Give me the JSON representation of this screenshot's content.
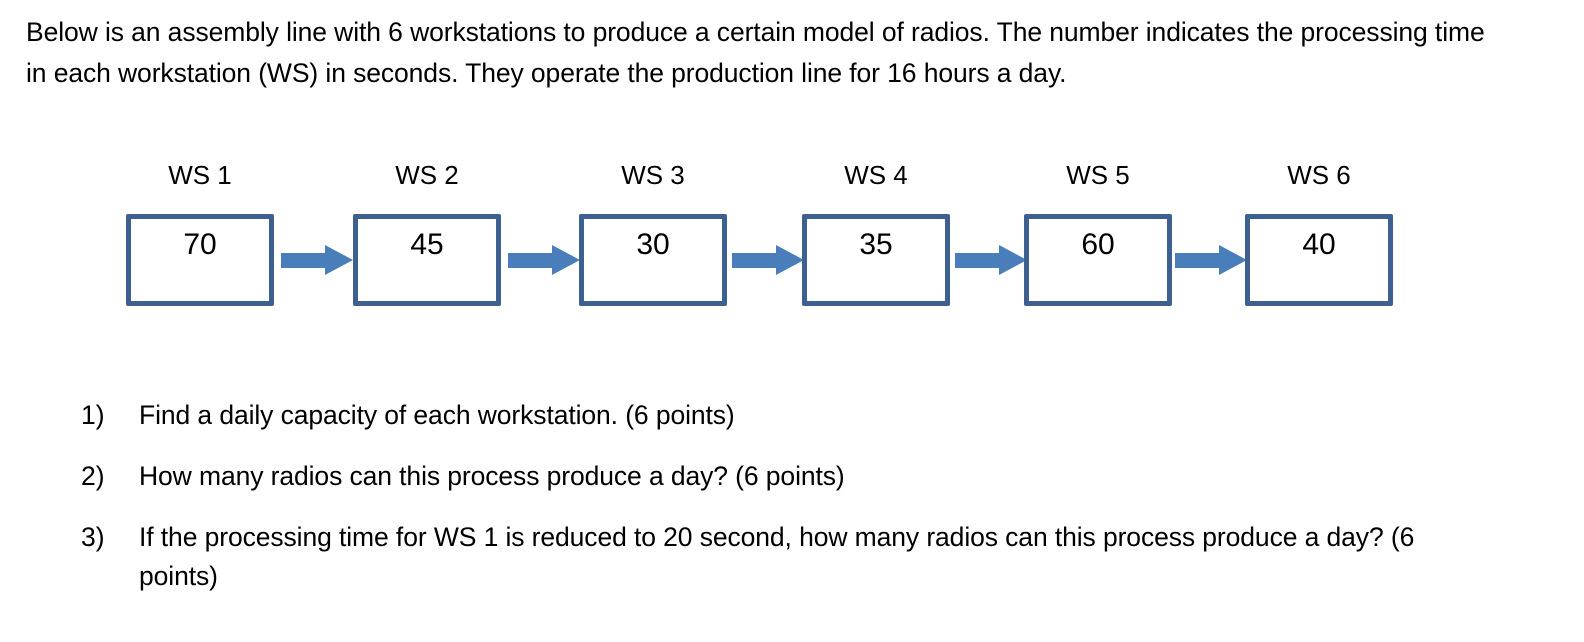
{
  "intro": {
    "text": "Below is an assembly line with 6 workstations to produce a certain model of radios. The number indicates the processing time in each workstation (WS) in seconds. They operate the production line for 16 hours a day."
  },
  "diagram": {
    "box_border_color": "#3E6091",
    "arrow_color": "#4A7EBB",
    "workstations": [
      {
        "label": "WS 1",
        "time": "70"
      },
      {
        "label": "WS 2",
        "time": "45"
      },
      {
        "label": "WS 3",
        "time": "30"
      },
      {
        "label": "WS 4",
        "time": "35"
      },
      {
        "label": "WS 5",
        "time": "60"
      },
      {
        "label": "WS 6",
        "time": "40"
      }
    ],
    "arrow_count": 5
  },
  "questions": [
    {
      "marker": "1)",
      "text": "Find a daily capacity of each workstation. (6 points)"
    },
    {
      "marker": "2)",
      "text": "How many radios can this process produce a day? (6 points)"
    },
    {
      "marker": "3)",
      "text": "If the processing time for WS 1 is reduced to 20 second, how many radios can this process produce a day? (6 points)"
    }
  ]
}
